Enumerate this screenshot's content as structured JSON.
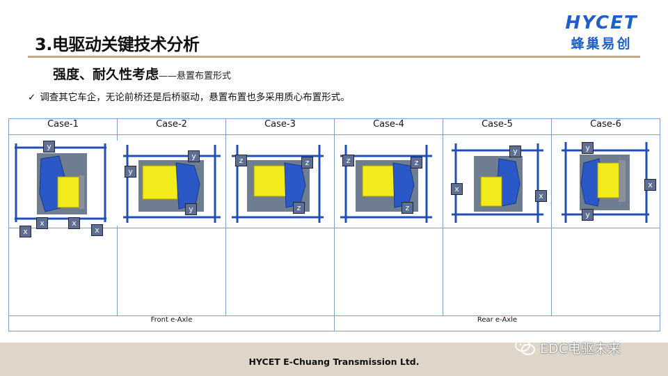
{
  "title": "3.电驱动关键技术分析",
  "logo": {
    "top": "HYCET",
    "bottom": "蜂巢易创"
  },
  "subtitle": {
    "main": "强度、耐久性考虑",
    "sub": "——悬置布置形式"
  },
  "bullet": {
    "tick": "✓",
    "text": "调查其它车企，无论前桥还是后桥驱动，悬置布置也多采用质心布置形式。"
  },
  "table": {
    "cases": [
      "Case-1",
      "Case-2",
      "Case-3",
      "Case-4",
      "Case-5",
      "Case-6"
    ],
    "cells": [
      {
        "labels": [
          "y",
          "x",
          "x",
          "x",
          "x"
        ]
      },
      {
        "labels": [
          "y",
          "y",
          "y"
        ]
      },
      {
        "labels": [
          "z",
          "z",
          "z"
        ]
      },
      {
        "labels": [
          "z",
          "z",
          "z"
        ]
      },
      {
        "labels": [
          "y",
          "x",
          "x"
        ]
      },
      {
        "labels": [
          "y",
          "y",
          "x"
        ]
      }
    ],
    "footer": [
      "Front e-Axle",
      "Rear e-Axle"
    ]
  },
  "company": "HYCET E-Chuang Transmission Ltd.",
  "watermark": "EDC电驱未来",
  "colors": {
    "frame": "#1f4fb4",
    "motor": "#2b58c7",
    "gearbox": "#f2ea1a",
    "badge_bg": "#5e6f96",
    "title_line": "#c0a88a",
    "footer_bar": "#dfd6c9"
  }
}
